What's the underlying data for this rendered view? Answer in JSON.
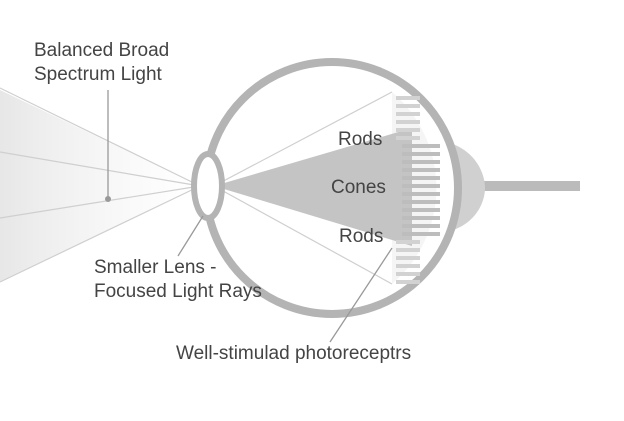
{
  "labels": {
    "light": [
      "Balanced Broad",
      "Spectrum Light"
    ],
    "lens": [
      "Smaller Lens -",
      "Focused Light Rays"
    ],
    "rods_top": "Rods",
    "cones": "Cones",
    "rods_bottom": "Rods",
    "photoreceptors": "Well-stimulad photoreceptrs"
  },
  "colors": {
    "outline": "#b4b4b4",
    "ray": "#c8c8c8",
    "cone_of_light": "#c4c4c4",
    "receptor": "#d2d2d2",
    "label_text": "#444444",
    "leader": "#999999"
  }
}
